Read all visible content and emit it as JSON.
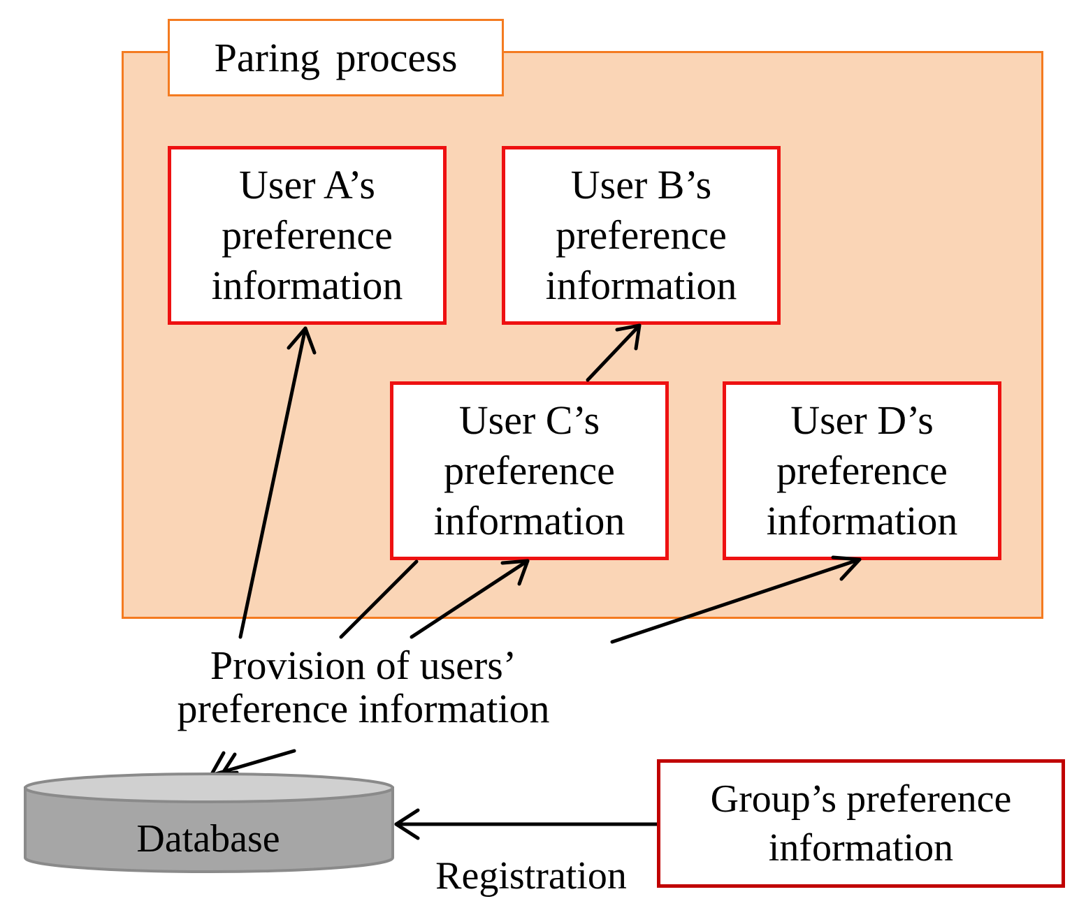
{
  "process": {
    "title": "Paring process"
  },
  "users": [
    {
      "line1": "User A’s",
      "line2": "preference",
      "line3": "information"
    },
    {
      "line1": "User B’s",
      "line2": "preference",
      "line3": "information"
    },
    {
      "line1": "User C’s",
      "line2": "preference",
      "line3": "information"
    },
    {
      "line1": "User D’s",
      "line2": "preference",
      "line3": "information"
    }
  ],
  "provision": {
    "line1": "Provision of users’",
    "line2": "preference information"
  },
  "database": {
    "label": "Database"
  },
  "group": {
    "line1": "Group’s preference",
    "line2": "information"
  },
  "registration": {
    "label": "Registration"
  },
  "colors": {
    "panel_fill": "#fad5b6",
    "panel_border": "#f47b20",
    "user_border": "#ee1111",
    "group_border": "#c00000",
    "database_fill": "#a6a6a6"
  }
}
